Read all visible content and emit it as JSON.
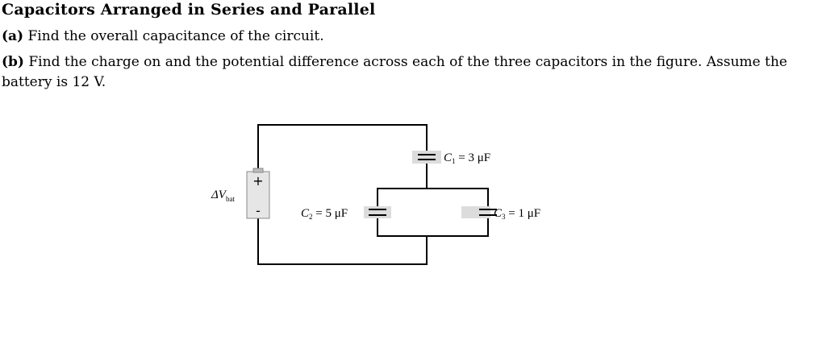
{
  "problem": {
    "title": "Capacitors Arranged in Series and Parallel",
    "part_a_label": "(a)",
    "part_a_text": "Find the overall capacitance of the circuit.",
    "part_b_label": "(b)",
    "part_b_text": "Find the charge on and the potential difference across each of the three capacitors in the figure. Assume the battery is 12 V."
  },
  "figure": {
    "battery_plus": "+",
    "battery_minus": "-",
    "battery_label_main": "ΔV",
    "battery_label_sub": "bat",
    "c1_sym": "C",
    "c1_sub": "1",
    "c1_value": " = 3 μF",
    "c2_sym": "C",
    "c2_sub": "2",
    "c2_value": " = 5 μF",
    "c3_sym": "C",
    "c3_sub": "3",
    "c3_value": " = 1 μF",
    "highlight_color": "#dcdcdc",
    "wire_color": "#000000"
  }
}
